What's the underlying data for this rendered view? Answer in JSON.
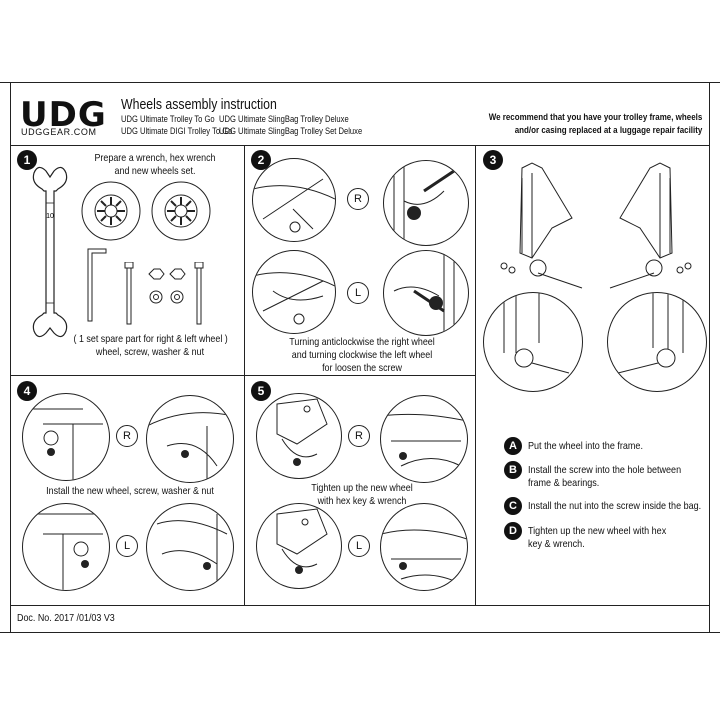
{
  "header": {
    "logo": "UDG",
    "logo_sub": "UDGGEAR.COM",
    "title": "Wheels assembly instruction",
    "products_left": [
      "UDG Ultimate Trolley To Go",
      "UDG Ultimate DIGI Trolley To Go"
    ],
    "products_right": [
      "UDG Ultimate SlingBag Trolley Deluxe",
      "UDG Ultimate SlingBag Trolley Set Deluxe"
    ],
    "recommend": [
      "We recommend that you have your trolley frame, wheels",
      "and/or casing replaced at a luggage repair facility"
    ]
  },
  "steps": {
    "s1": {
      "num": "1",
      "caption": [
        "Prepare a wrench, hex wrench",
        "and new wheels set."
      ],
      "wrench_label": "10",
      "note": [
        "( 1 set spare part for right & left wheel )",
        "wheel, screw, washer & nut"
      ]
    },
    "s2": {
      "num": "2",
      "right": "R",
      "left": "L",
      "caption": [
        "Turning anticlockwise the right wheel",
        "and turning clockwise the left wheel",
        "for loosen the screw"
      ]
    },
    "s3": {
      "num": "3"
    },
    "s4": {
      "num": "4",
      "right": "R",
      "left": "L",
      "caption": "Install the new wheel, screw, washer & nut"
    },
    "s5": {
      "num": "5",
      "right": "R",
      "left": "L",
      "caption": [
        "Tighten up the new wheel",
        "with hex key & wrench"
      ]
    }
  },
  "legend": [
    {
      "badge": "A",
      "text": [
        "Put the wheel into the frame."
      ]
    },
    {
      "badge": "B",
      "text": [
        "Install the screw into the hole between",
        "frame & bearings."
      ]
    },
    {
      "badge": "C",
      "text": [
        "Install the nut into the screw inside the bag."
      ]
    },
    {
      "badge": "D",
      "text": [
        "Tighten up the new wheel with hex",
        "key & wrench."
      ]
    }
  ],
  "footer": {
    "doc_no": "Doc. No. 2017 /01/03 V3"
  }
}
